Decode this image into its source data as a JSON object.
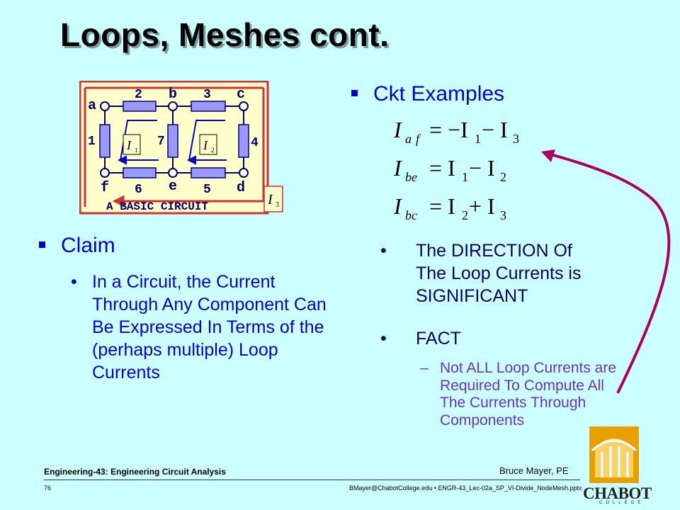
{
  "slide": {
    "title": "Loops, Meshes cont.",
    "ckt_heading": "Ckt Examples",
    "claim_heading": "Claim",
    "claim_body": "In a Circuit, the Current Through Any Component Can Be Expressed In Terms of the (perhaps multiple) Loop Currents",
    "direction_text": "The DIRECTION Of The Loop Currents is SIGNIFICANT",
    "fact_label": "FACT",
    "fact_note": "Not ALL Loop Currents are Required To Compute All The Currents Through Components",
    "bullet_glyph": "•",
    "dash_glyph": "–"
  },
  "circuit": {
    "node_labels": [
      "a",
      "b",
      "c",
      "f",
      "e",
      "d"
    ],
    "resistor_labels": [
      "2",
      "3",
      "1",
      "7",
      "4",
      "6",
      "5"
    ],
    "caption": "A BASIC CIRCUIT",
    "loop_labels": [
      "I",
      "I",
      "I"
    ],
    "loop_subscripts": [
      "1",
      "2",
      "3"
    ]
  },
  "equations": [
    {
      "lhs": "I",
      "lhs_sub": "af",
      "rhs": "= −I",
      "rhs_sub1": "1",
      "op": " − I",
      "rhs_sub2": "3"
    },
    {
      "lhs": "I",
      "lhs_sub": "be",
      "rhs": "= I",
      "rhs_sub1": "1",
      "op": " − I",
      "rhs_sub2": "2"
    },
    {
      "lhs": "I",
      "lhs_sub": "bc",
      "rhs": "= I",
      "rhs_sub1": "2",
      "op": " + I",
      "rhs_sub2": "3"
    }
  ],
  "footer": {
    "course": "Engineering-43: Engineering Circuit Analysis",
    "author": "Bruce Mayer, PE",
    "page": "76",
    "email_file": "BMayer@ChabotCollege.edu  • ENGR-43_Lec-02a_SP_VI-Divide_NodeMesh.pptx"
  },
  "logo": {
    "name": "CHABOT",
    "sub": "COLLEGE"
  },
  "colors": {
    "background": "#CCFFFF",
    "accent": "#0000CC",
    "note": "#6633CC",
    "arrow": "#AA0066",
    "circuit_frame": "#CC3333",
    "resistor": "#9999FF",
    "node": "#000066"
  }
}
